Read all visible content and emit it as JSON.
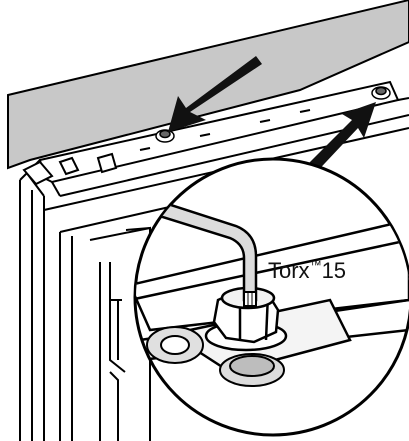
{
  "diagram": {
    "tool_label": {
      "name": "Torx",
      "trademark": "™",
      "size": "15"
    },
    "colors": {
      "panel": "#c8c8c8",
      "outline": "#000000",
      "background": "#ffffff",
      "tool_shaft": "#dcdcdc",
      "washer": "#e0e0e0"
    },
    "icons": [
      "arrow-left-screw",
      "arrow-right-screw",
      "torx-screwdriver",
      "hex-bolt",
      "washer",
      "magnifier-circle"
    ]
  }
}
